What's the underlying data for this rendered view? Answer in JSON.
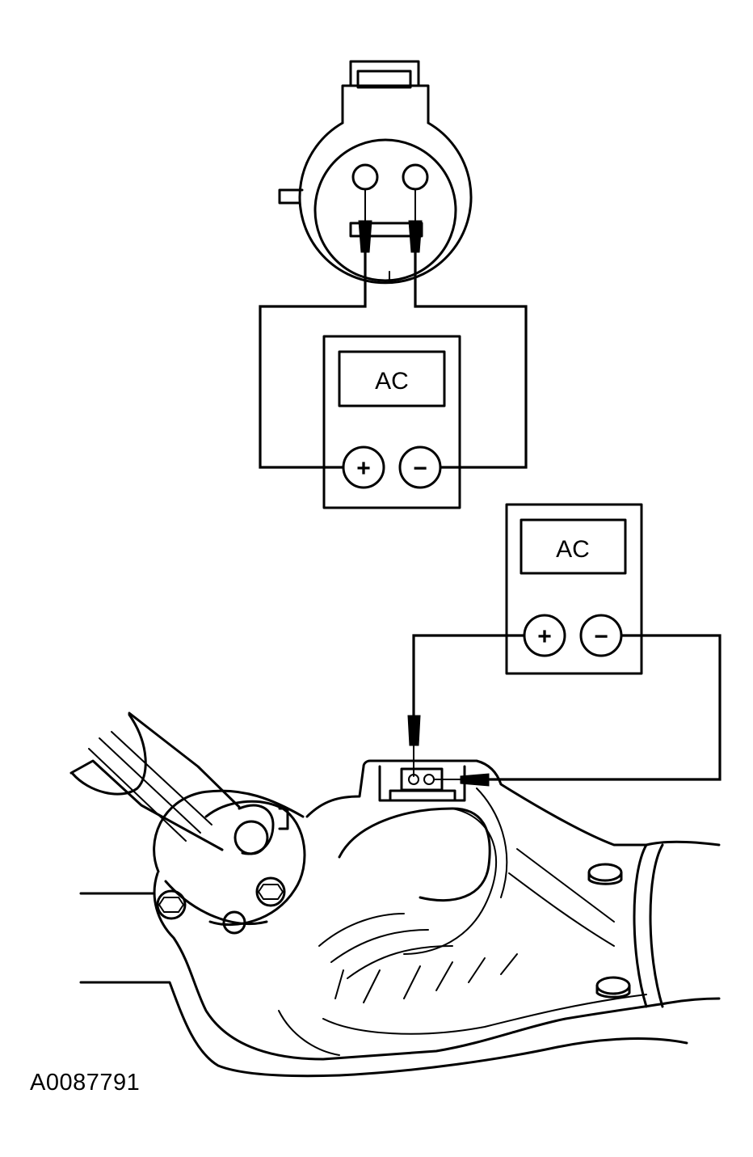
{
  "diagram": {
    "meter_top": {
      "display": "AC",
      "positive_symbol": "+",
      "negative_symbol": "−"
    },
    "meter_bottom": {
      "display": "AC",
      "positive_symbol": "+",
      "negative_symbol": "−"
    },
    "figure_id": "A0087791"
  }
}
